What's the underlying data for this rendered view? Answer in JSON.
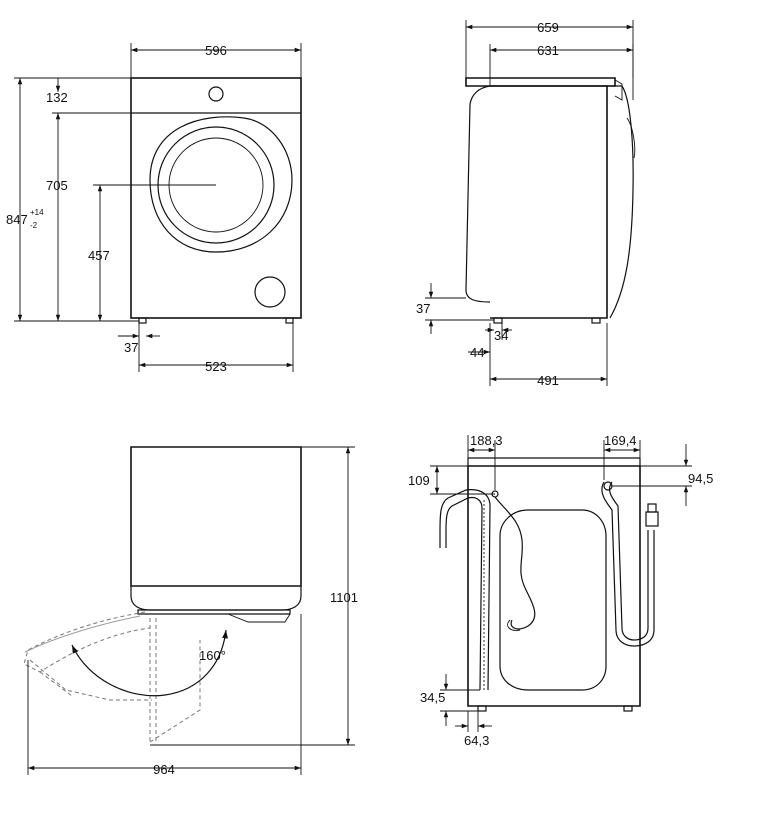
{
  "front_view": {
    "width": "596",
    "top_panel_height": "132",
    "door_center_height": "705",
    "total_height": "847",
    "tolerance_plus": "+14",
    "tolerance_minus": "-2",
    "door_lower_height": "457",
    "foot_offset": "37",
    "foot_span": "523"
  },
  "side_view": {
    "total_depth": "659",
    "body_depth": "631",
    "foot_height": "37",
    "foot_offset_front": "44",
    "foot_width": "34",
    "foot_span": "491"
  },
  "top_view": {
    "total_depth_open": "1101",
    "total_width_open": "964",
    "door_angle": "160°"
  },
  "back_view": {
    "drain_offset": "188,3",
    "inlet_offset": "169,4",
    "drain_top": "109",
    "inlet_top": "94,5",
    "foot_height": "34,5",
    "foot_offset": "64,3"
  }
}
